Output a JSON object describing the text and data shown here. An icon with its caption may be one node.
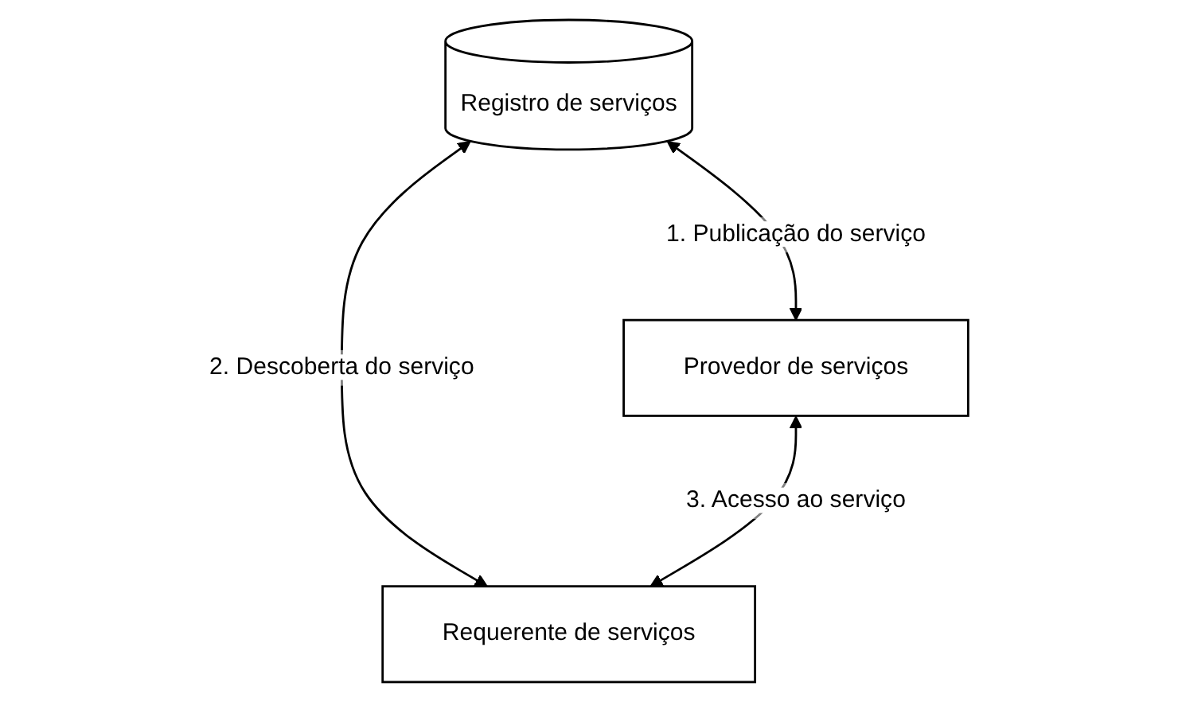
{
  "diagram": {
    "nodes": [
      {
        "text": [
          "Registro de serviços"
        ]
      },
      {
        "text": [
          "Provedor de serviços"
        ]
      },
      {
        "text": [
          "Requerente de serviços"
        ]
      }
    ],
    "edges": [
      {
        "from": 0,
        "to": 1,
        "arrow": "both",
        "label": "1. Publicação do serviço"
      },
      {
        "from": 0,
        "to": 2,
        "arrow": "both",
        "label": "2. Descoberta do serviço"
      },
      {
        "from": 1,
        "to": 2,
        "arrow": "both",
        "label": "3. Acesso ao serviço"
      }
    ]
  }
}
